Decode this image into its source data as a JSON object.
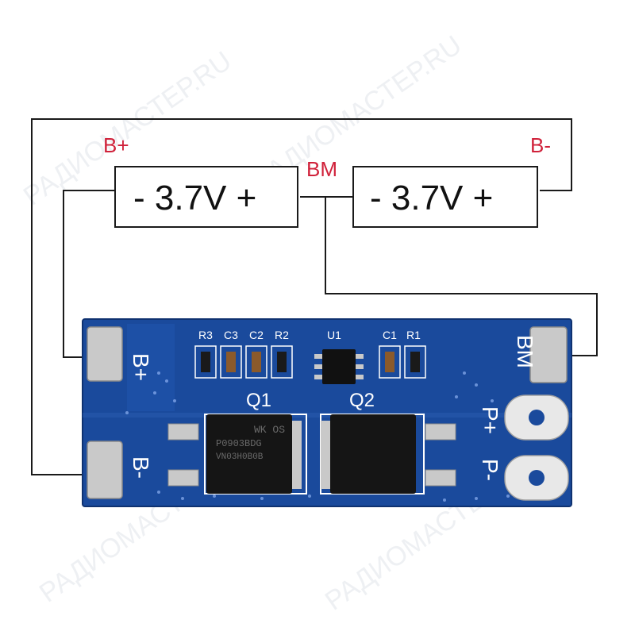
{
  "labels": {
    "b_plus": "B+",
    "b_minus": "B-",
    "bm": "BM"
  },
  "cells": [
    {
      "text": "- 3.7V +"
    },
    {
      "text": "- 3.7V +"
    }
  ],
  "board": {
    "pads": {
      "b_plus": "B+",
      "b_minus": "B-",
      "bm": "BM",
      "p_plus": "P+",
      "p_minus": "P-"
    },
    "components": {
      "r3": "R3",
      "c3": "C3",
      "c2": "C2",
      "r2": "R2",
      "u1": "U1",
      "c1": "C1",
      "r1": "R1"
    },
    "mosfets": {
      "q1": "Q1",
      "q2": "Q2"
    },
    "chip_markings": {
      "q1_line1": "WK OS",
      "q1_line2": "P0903BDG",
      "q1_line3": "VN03H0B0B"
    }
  },
  "watermark": "РАДИОМАСТЕР.RU",
  "colors": {
    "wire": "#1a1a1a",
    "terminal_label": "#d0213a",
    "pcb": "#1a4a9c",
    "pad": "#c9c9c9"
  }
}
